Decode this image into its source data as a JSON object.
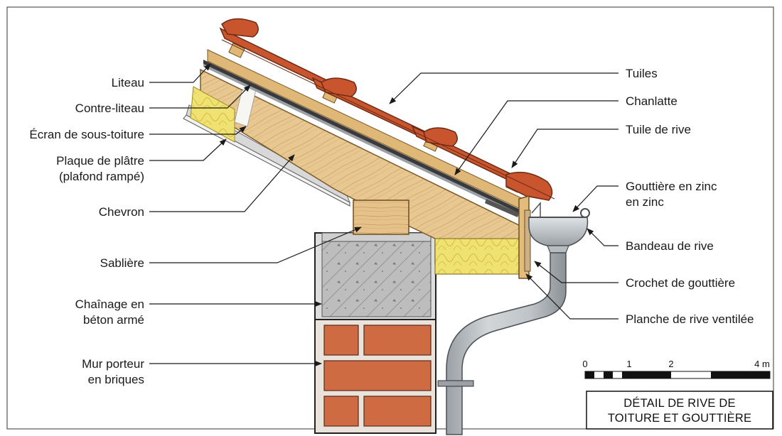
{
  "labels_left": [
    {
      "id": "liteau",
      "lines": [
        "Liteau"
      ]
    },
    {
      "id": "contre-liteau",
      "lines": [
        "Contre-liteau"
      ]
    },
    {
      "id": "ecran",
      "lines": [
        "Écran de sous-toiture"
      ]
    },
    {
      "id": "plaque",
      "lines": [
        "Plaque de plâtre",
        "(plafond rampé)"
      ]
    },
    {
      "id": "chevron",
      "lines": [
        "Chevron"
      ]
    },
    {
      "id": "sabliere",
      "lines": [
        "Sablière"
      ]
    },
    {
      "id": "chainage",
      "lines": [
        "Chaînage en",
        "béton armé"
      ]
    },
    {
      "id": "mur",
      "lines": [
        "Mur porteur",
        "en briques"
      ]
    }
  ],
  "labels_right": [
    {
      "id": "tuiles",
      "lines": [
        "Tuiles"
      ]
    },
    {
      "id": "chanlatte",
      "lines": [
        "Chanlatte"
      ]
    },
    {
      "id": "tuile-rive",
      "lines": [
        "Tuile de rive"
      ]
    },
    {
      "id": "gouttiere",
      "lines": [
        "Gouttière en zinc",
        "en zinc"
      ]
    },
    {
      "id": "bandeau",
      "lines": [
        "Bandeau de rive"
      ]
    },
    {
      "id": "crochet",
      "lines": [
        "Crochet de gouttière"
      ]
    },
    {
      "id": "planche",
      "lines": [
        "Planche de rive ventilée"
      ]
    }
  ],
  "scale_bar": {
    "ticks": [
      "0",
      "1",
      "2",
      "4 m"
    ]
  },
  "title_block": {
    "lines": [
      "DÉTAIL DE RIVE DE",
      "TOITURE ET GOUTTIÈRE"
    ]
  },
  "colors": {
    "tile": "#c8552e",
    "wood": "#e6c48c",
    "insulation": "#efe06a",
    "brick": "#cf6b42",
    "concrete": "#b5b5b5",
    "zinc": "#c3c8cc"
  }
}
